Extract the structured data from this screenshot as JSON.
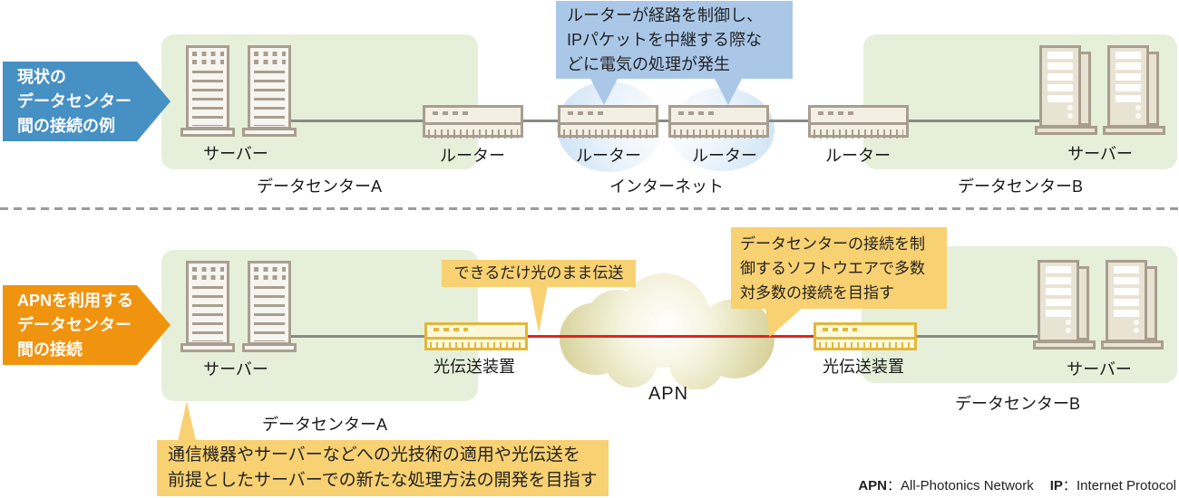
{
  "top_section": {
    "flag": {
      "line1": "現状の",
      "line2": "データセンター",
      "line3": "間の接続の例"
    },
    "datacenter_a": {
      "name": "データセンターA",
      "server_label": "サーバー"
    },
    "datacenter_b": {
      "name": "データセンターB",
      "server_label": "サーバー"
    },
    "router_labels": {
      "r1": "ルーター",
      "r2": "ルーター",
      "r3": "ルーター",
      "r4": "ルーター"
    },
    "internet_label": "インターネット",
    "callout_electrical": {
      "line1": "ルーターが経路を制御し、",
      "line2": "IPパケットを中継する際な",
      "line3": "どに電気の処理が発生"
    }
  },
  "bottom_section": {
    "flag": {
      "line1": "APNを利用する",
      "line2": "データセンター",
      "line3": "間の接続"
    },
    "datacenter_a": {
      "name": "データセンターA",
      "server_label": "サーバー"
    },
    "datacenter_b": {
      "name": "データセンターB",
      "server_label": "サーバー"
    },
    "optical_device_a_label": "光伝送装置",
    "optical_device_b_label": "光伝送装置",
    "apn_cloud_label": "APN",
    "callout_optical": "できるだけ光のまま伝送",
    "callout_software": {
      "line1": "データセンターの接続を制",
      "line2": "御するソフトウエアで多数",
      "line3": "対多数の接続を目指す"
    },
    "callout_development": {
      "line1": "通信機器やサーバーなどへの光技術の適用や光伝送を",
      "line2": "前提としたサーバーでの新たな処理方法の開発を目指す"
    }
  },
  "footnote": {
    "apn_abbr": "APN",
    "apn_sep": "：",
    "apn_full": "All-Photonics Network",
    "ip_abbr": "IP",
    "ip_sep": "：",
    "ip_full": "Internet Protocol"
  },
  "colors": {
    "flag_top": "#4690c4",
    "flag_bottom": "#f0930e",
    "datacenter_bg": "#e6efda",
    "callout_blue": "#aac7e8",
    "callout_yellow": "#f8d172",
    "optical_red": "#e5231e",
    "device_border": "#a89e90",
    "optical_device_border": "#e3b73a",
    "cloud_blue_edge": "#c3dcf2",
    "cloud_apn_edge": "#d7d29a"
  }
}
